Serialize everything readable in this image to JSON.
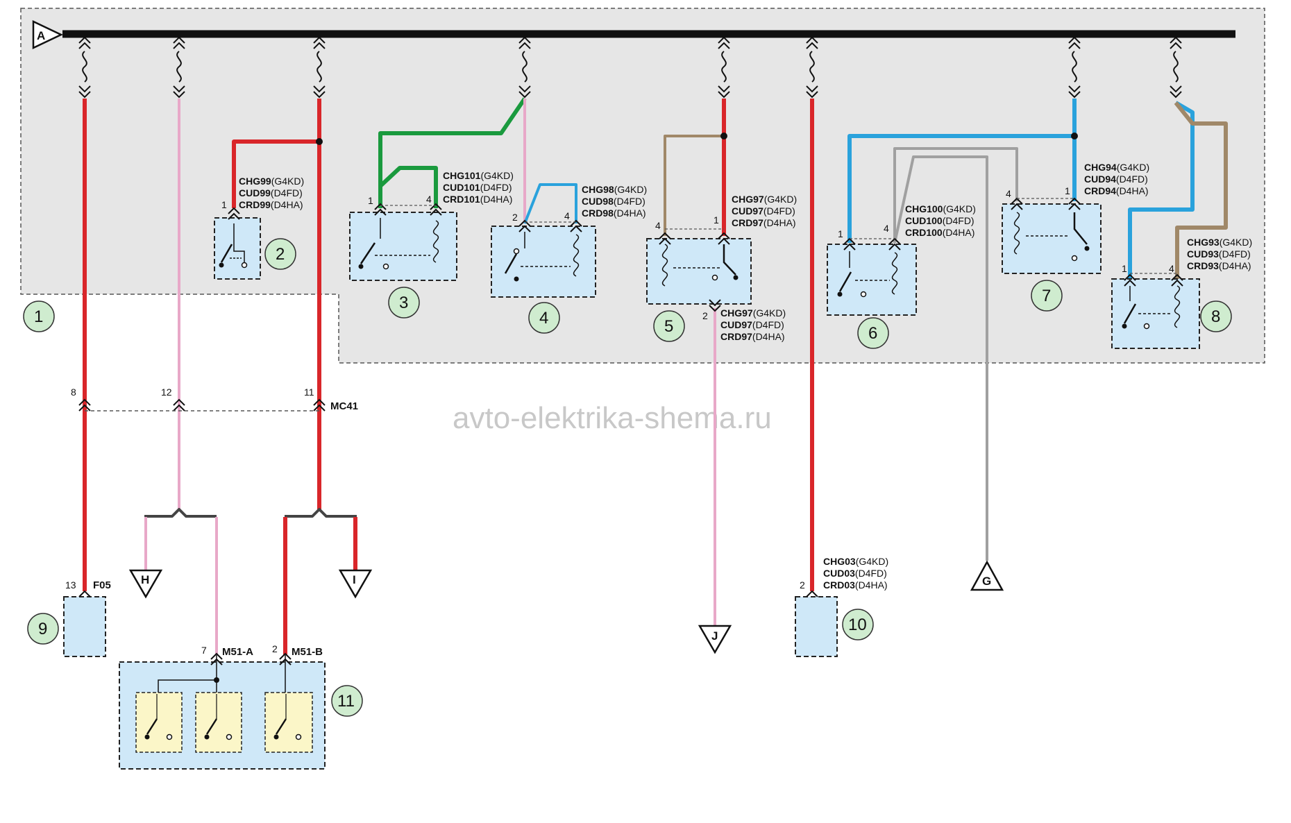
{
  "watermark": "avto-elektrika-shema.ru",
  "connectors": {
    "a": "A",
    "g": "G",
    "h": "H",
    "i": "I",
    "j": "J"
  },
  "components": {
    "c1": "1",
    "c2": "2",
    "c3": "3",
    "c4": "4",
    "c5": "5",
    "c6": "6",
    "c7": "7",
    "c8": "8",
    "c9": "9",
    "c10": "10",
    "c11": "11"
  },
  "pins": {
    "p2_1": "1",
    "p3_1": "1",
    "p3_4": "4",
    "p4_2": "2",
    "p4_4": "4",
    "p5_4": "4",
    "p5_1": "1",
    "p5_2": "2",
    "p6_1": "1",
    "p6_4": "4",
    "p7_4": "4",
    "p7_1": "1",
    "p8_1": "1",
    "p8_4": "4",
    "mc_8": "8",
    "mc_12": "12",
    "mc_11": "11",
    "f05_13": "13",
    "p10_2": "2",
    "m51a_7": "7",
    "m51b_2": "2"
  },
  "codes": {
    "k99": [
      "CHG99",
      "(G4KD)",
      "CUD99",
      "(D4FD)",
      "CRD99",
      "(D4HA)"
    ],
    "k101": [
      "CHG101",
      "(G4KD)",
      "CUD101",
      "(D4FD)",
      "CRD101",
      "(D4HA)"
    ],
    "k98": [
      "CHG98",
      "(G4KD)",
      "CUD98",
      "(D4FD)",
      "CRD98",
      "(D4HA)"
    ],
    "k97a": [
      "CHG97",
      "(G4KD)",
      "CUD97",
      "(D4FD)",
      "CRD97",
      "(D4HA)"
    ],
    "k97b": [
      "CHG97",
      "(G4KD)",
      "CUD97",
      "(D4FD)",
      "CRD97",
      "(D4HA)"
    ],
    "k100": [
      "CHG100",
      "(G4KD)",
      "CUD100",
      "(D4FD)",
      "CRD100",
      "(D4HA)"
    ],
    "k94": [
      "CHG94",
      "(G4KD)",
      "CUD94",
      "(D4FD)",
      "CRD94",
      "(D4HA)"
    ],
    "k93": [
      "CHG93",
      "(G4KD)",
      "CUD93",
      "(D4FD)",
      "CRD93",
      "(D4HA)"
    ],
    "k03": [
      "CHG03",
      "(G4KD)",
      "CUD03",
      "(D4FD)",
      "CRD03",
      "(D4HA)"
    ]
  },
  "connector_ids": {
    "mc41": "MC41",
    "f05": "F05",
    "m51a": "M51-A",
    "m51b": "M51-B"
  },
  "colors": {
    "red": "#d9262a",
    "pink": "#e8a8c8",
    "green": "#1a9a3e",
    "blue": "#2aa2dc",
    "brown": "#a08868",
    "gray": "#a0a0a0",
    "black": "#111111",
    "module_fill": "#cfe8f8",
    "zone_fill": "#e6e6e6",
    "badge_fill": "#cfeccf"
  }
}
